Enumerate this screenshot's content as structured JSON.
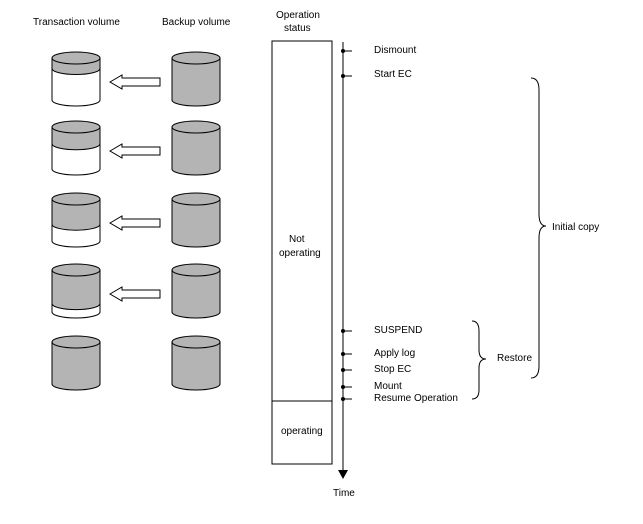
{
  "headers": {
    "transaction_volume": "Transaction volume",
    "backup_volume": "Backup volume",
    "operation_status_line1": "Operation",
    "operation_status_line2": "status"
  },
  "status_blocks": {
    "not_operating_line1": "Not",
    "not_operating_line2": "operating",
    "operating": "operating"
  },
  "events": [
    {
      "label": "Dismount"
    },
    {
      "label": "Start EC"
    },
    {
      "label": "SUSPEND"
    },
    {
      "label": "Apply log"
    },
    {
      "label": "Stop EC"
    },
    {
      "label": "Mount"
    },
    {
      "label": "Resume Operation"
    }
  ],
  "brackets": {
    "initial_copy": "Initial copy",
    "restore": "Restore"
  },
  "axis": {
    "time": "Time"
  },
  "volume_rows": [
    {
      "transaction_fill": 0.25
    },
    {
      "transaction_fill": 0.4
    },
    {
      "transaction_fill": 0.6
    },
    {
      "transaction_fill": 0.8
    },
    {
      "transaction_fill": 1.0
    }
  ],
  "colors": {
    "disk_fill": "#b4b4b4",
    "line": "#000000",
    "background": "#ffffff"
  }
}
